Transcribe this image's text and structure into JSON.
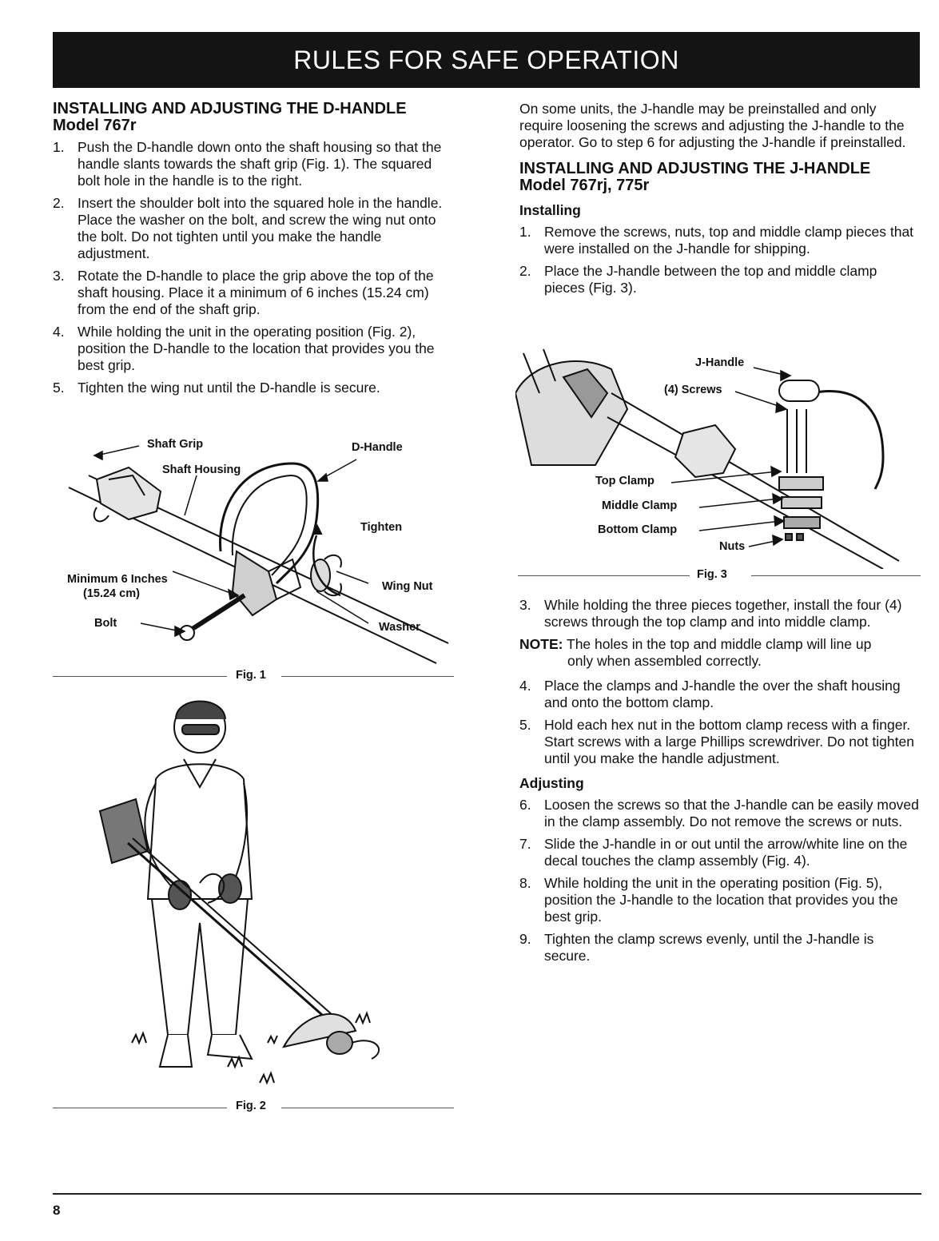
{
  "banner": "RULES FOR SAFE OPERATION",
  "left": {
    "heading": "INSTALLING AND ADJUSTING THE D-HANDLE",
    "model": "Model 767r",
    "steps": [
      {
        "num": "1.",
        "text": "Push the D-handle down onto the shaft housing so that the handle slants towards the shaft grip (Fig. 1). The squared bolt hole in the handle is to the right."
      },
      {
        "num": "2.",
        "text": "Insert the shoulder bolt into the squared hole in the handle. Place the washer on the bolt, and screw the wing nut onto the bolt. Do not tighten until you make the handle adjustment."
      },
      {
        "num": "3.",
        "text": "Rotate the D-handle to place the grip above the top of the shaft housing. Place it a minimum of 6 inches (15.24 cm) from the end of the shaft grip."
      },
      {
        "num": "4.",
        "text": "While holding the unit in the operating position (Fig. 2), position the D-handle to the location that provides you the best grip."
      },
      {
        "num": "5.",
        "text": "Tighten the wing nut until the D-handle is secure."
      }
    ]
  },
  "fig1": {
    "labels": {
      "shaft_grip": "Shaft Grip",
      "shaft_housing": "Shaft Housing",
      "d_handle": "D-Handle",
      "tighten": "Tighten",
      "minimum": "Minimum 6 Inches",
      "minimum_cm": "(15.24 cm)",
      "wing_nut": "Wing Nut",
      "bolt": "Bolt",
      "washer": "Washer"
    },
    "caption": "Fig. 1"
  },
  "fig2": {
    "caption": "Fig. 2"
  },
  "right": {
    "intro": "On some units, the J-handle may be preinstalled and only require loosening the screws and adjusting the J-handle to the operator. Go to step 6 for adjusting the J-handle if preinstalled.",
    "heading": "INSTALLING AND ADJUSTING THE J-HANDLE",
    "model": "Model 767rj, 775r",
    "installing": "Installing",
    "install_steps": [
      {
        "num": "1.",
        "text": "Remove the screws, nuts, top and middle clamp pieces that were installed on the J-handle for shipping."
      },
      {
        "num": "2.",
        "text": "Place the J-handle between the top and middle clamp pieces (Fig. 3)."
      }
    ],
    "install_steps_b": [
      {
        "num": "3.",
        "text": "While holding the three pieces together, install the four (4) screws through the top clamp and into middle clamp."
      }
    ],
    "note_label": "NOTE:",
    "note_text": "The holes in the top and middle clamp will line up",
    "note_text2": "only when assembled correctly.",
    "install_steps_c": [
      {
        "num": "4.",
        "text": "Place the clamps and J-handle the over the shaft housing and onto the bottom clamp."
      },
      {
        "num": "5.",
        "text": "Hold each hex nut in the bottom clamp recess with a finger. Start screws with a large Phillips screwdriver. Do not tighten until you make the handle adjustment."
      }
    ],
    "adjusting": "Adjusting",
    "adjust_steps": [
      {
        "num": "6.",
        "text": "Loosen the screws so that the J-handle can be easily moved in the clamp assembly. Do not remove the screws or nuts."
      },
      {
        "num": "7.",
        "text": "Slide the J-handle in or out until the arrow/white line on the decal touches the clamp assembly (Fig. 4)."
      },
      {
        "num": "8.",
        "text": "While holding the unit in the operating position (Fig. 5), position the J-handle to the location that provides you the best grip."
      },
      {
        "num": "9.",
        "text": "Tighten the clamp screws evenly, until the J-handle is secure."
      }
    ]
  },
  "fig3": {
    "labels": {
      "j_handle": "J-Handle",
      "screws": "(4) Screws",
      "top_clamp": "Top Clamp",
      "middle_clamp": "Middle Clamp",
      "bottom_clamp": "Bottom Clamp",
      "nuts": "Nuts"
    },
    "caption": "Fig. 3"
  },
  "page_number": "8"
}
